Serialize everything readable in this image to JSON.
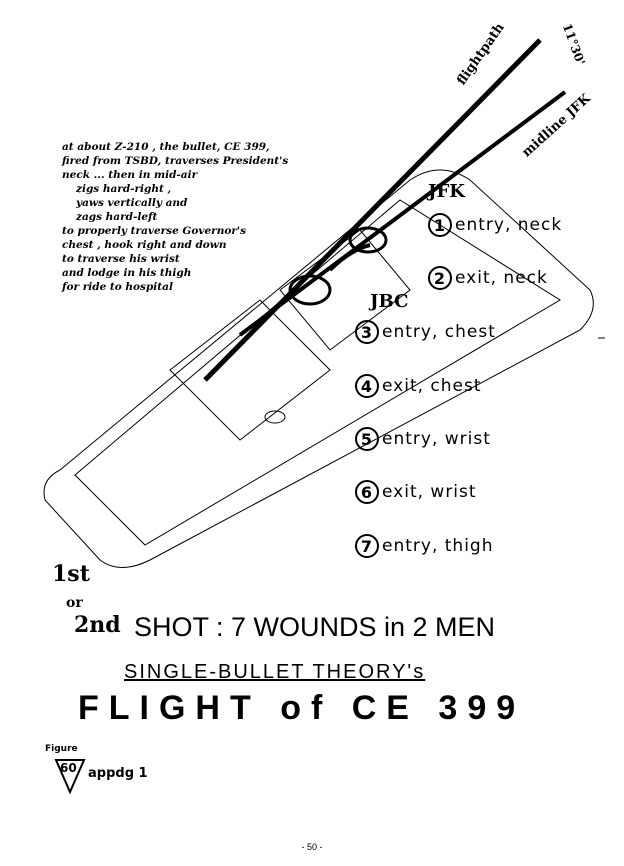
{
  "note_lines": [
    "at about Z-210 , the bullet, CE 399,",
    "fired from TSBD, traverses President's",
    "neck ... then in mid-air",
    "zigs hard-right ,",
    "yaws vertically and",
    "zags hard-left",
    "to properly traverse Governor's",
    "chest , hook right and down",
    "to traverse his wrist",
    "and lodge in his thigh",
    "for ride to hospital"
  ],
  "labels": {
    "flightpath": "flightpath",
    "midline": "midline JFK",
    "angle": "11°30'",
    "jfk": "JFK",
    "jbc": "JBC"
  },
  "wounds": [
    {
      "n": "1",
      "text": "entry, neck"
    },
    {
      "n": "2",
      "text": "exit, neck"
    },
    {
      "n": "3",
      "text": "entry, chest"
    },
    {
      "n": "4",
      "text": "exit, chest"
    },
    {
      "n": "5",
      "text": "entry, wrist"
    },
    {
      "n": "6",
      "text": "exit, wrist"
    },
    {
      "n": "7",
      "text": "entry, thigh"
    }
  ],
  "title": {
    "first": "1st",
    "or": "or",
    "second": "2nd",
    "main": "SHOT : 7 WOUNDS in 2 MEN",
    "subtitle": "SINGLE-BULLET THEORY's",
    "headline": "FLIGHT of CE 399"
  },
  "figure": {
    "label": "Figure",
    "number": "60",
    "ref": "appdg 1"
  },
  "page_number": "- 50 -"
}
